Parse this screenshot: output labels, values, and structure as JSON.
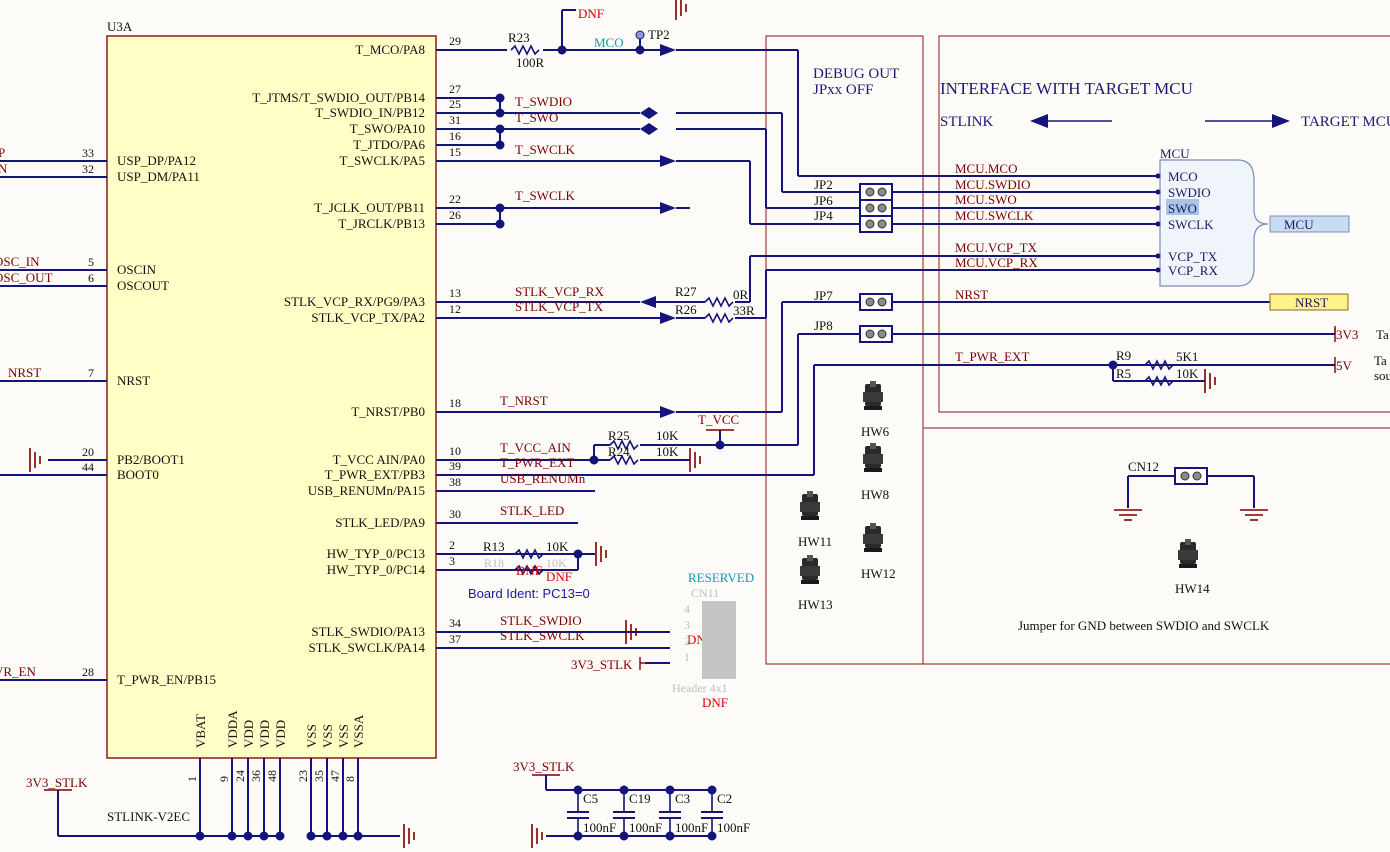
{
  "chip": {
    "ref": "U3A",
    "part": "STLINK-V2EC",
    "left_pins": [
      {
        "num": "33",
        "name": "USP_DP/PA12",
        "net": "P"
      },
      {
        "num": "32",
        "name": "USP_DM/PA11",
        "net": "N"
      },
      {
        "num": "5",
        "name": "OSCIN",
        "net": "OSC_IN"
      },
      {
        "num": "6",
        "name": "OSCOUT",
        "net": "OSC_OUT"
      },
      {
        "num": "7",
        "name": "NRST",
        "net": "NRST"
      },
      {
        "num": "20",
        "name": "PB2/BOOT1",
        "net": ""
      },
      {
        "num": "44",
        "name": "BOOT0",
        "net": ""
      },
      {
        "num": "28",
        "name": "T_PWR_EN/PB15",
        "net": "VR_EN"
      }
    ],
    "right_pins": [
      {
        "num": "29",
        "name": "T_MCO/PA8",
        "net": ""
      },
      {
        "num": "27",
        "name": "T_JTMS/T_SWDIO_OUT/PB14",
        "net": ""
      },
      {
        "num": "25",
        "name": "T_SWDIO_IN/PB12",
        "net": "T_SWDIO"
      },
      {
        "num": "31",
        "name": "T_SWO/PA10",
        "net": "T_SWO"
      },
      {
        "num": "16",
        "name": "T_JTDO/PA6",
        "net": ""
      },
      {
        "num": "15",
        "name": "T_SWCLK/PA5",
        "net": "T_SWCLK"
      },
      {
        "num": "22",
        "name": "T_JCLK_OUT/PB11",
        "net": "T_SWCLK"
      },
      {
        "num": "26",
        "name": "T_JRCLK/PB13",
        "net": ""
      },
      {
        "num": "13",
        "name": "STLK_VCP_RX/PG9/PA3",
        "net": "STLK_VCP_RX"
      },
      {
        "num": "12",
        "name": "STLK_VCP_TX/PA2",
        "net": "STLK_VCP_TX"
      },
      {
        "num": "18",
        "name": "T_NRST/PB0",
        "net": "T_NRST"
      },
      {
        "num": "10",
        "name": "T_VCC AIN/PA0",
        "net": "T_VCC_AIN"
      },
      {
        "num": "39",
        "name": "T_PWR_EXT/PB3",
        "net": "T_PWR_EXT"
      },
      {
        "num": "38",
        "name": "USB_RENUMn/PA15",
        "net": "USB_RENUMn"
      },
      {
        "num": "30",
        "name": "STLK_LED/PA9",
        "net": "STLK_LED"
      },
      {
        "num": "2",
        "name": "HW_TYP_0/PC13",
        "net": ""
      },
      {
        "num": "3",
        "name": "HW_TYP_0/PC14",
        "net": ""
      },
      {
        "num": "34",
        "name": "STLK_SWDIO/PA13",
        "net": "STLK_SWDIO"
      },
      {
        "num": "37",
        "name": "STLK_SWCLK/PA14",
        "net": "STLK_SWCLK"
      }
    ],
    "bottom_pins": [
      {
        "num": "1",
        "name": "VBAT"
      },
      {
        "num": "9",
        "name": "VDDA"
      },
      {
        "num": "24",
        "name": "VDD"
      },
      {
        "num": "36",
        "name": "VDD"
      },
      {
        "num": "48",
        "name": "VDD"
      },
      {
        "num": "23",
        "name": "VSS"
      },
      {
        "num": "35",
        "name": "VSS"
      },
      {
        "num": "47",
        "name": "VSS"
      },
      {
        "num": "8",
        "name": "VSSA"
      }
    ]
  },
  "resistors": [
    {
      "ref": "R23",
      "value": "100R"
    },
    {
      "ref": "R27",
      "value": "0R"
    },
    {
      "ref": "R26",
      "value": "33R"
    },
    {
      "ref": "R25",
      "value": "10K"
    },
    {
      "ref": "R24",
      "value": "10K"
    },
    {
      "ref": "R13",
      "value": "10K"
    },
    {
      "ref": "R18",
      "value": "10K"
    },
    {
      "ref": "R9",
      "value": "5K1"
    },
    {
      "ref": "R5",
      "value": "10K"
    }
  ],
  "capacitors": [
    {
      "ref": "C5",
      "value": "100nF"
    },
    {
      "ref": "C19",
      "value": "100nF"
    },
    {
      "ref": "C3",
      "value": "100nF"
    },
    {
      "ref": "C2",
      "value": "100nF"
    }
  ],
  "labels": {
    "dnf": "DNF",
    "mco": "MCO",
    "tp2": "TP2",
    "t_vcc": "T_VCC",
    "board_ident": "Board Ident: PC13=0",
    "reserved": "RESERVED",
    "cn11": "CN11",
    "cn11_pins": [
      "4",
      "3",
      "2",
      "1"
    ],
    "header_type": "Header 4x1",
    "v3_stlk": "3V3_STLK",
    "debug_out": "DEBUG OUT",
    "jpxx_off": "JPxx OFF",
    "interface_title": "INTERFACE WITH TARGET MCU",
    "stlink": "STLINK",
    "target_mcu": "TARGET MCU",
    "mcu_header": "MCU",
    "mcu_box": "MCU",
    "nrst_box": "NRST",
    "v3": "3V3",
    "v5": "5V",
    "ta1": "Ta",
    "ta2": "Ta",
    "sou": "sou",
    "cn12": "CN12",
    "jumper_note": "Jumper for GND between SWDIO and SWCLK"
  },
  "interface_pins": [
    "MCO",
    "SWDIO",
    "SWO",
    "SWCLK",
    "VCP_TX",
    "VCP_RX"
  ],
  "interface_nets": [
    "MCU.MCO",
    "MCU.SWDIO",
    "MCU.SWO",
    "MCU.SWCLK",
    "MCU.VCP_TX",
    "MCU.VCP_RX",
    "NRST",
    "T_PWR_EXT"
  ],
  "jumpers": [
    "JP2",
    "JP6",
    "JP4",
    "JP7",
    "JP8"
  ],
  "hw_jumpers": [
    "HW6",
    "HW8",
    "HW11",
    "HW12",
    "HW13",
    "HW14"
  ]
}
